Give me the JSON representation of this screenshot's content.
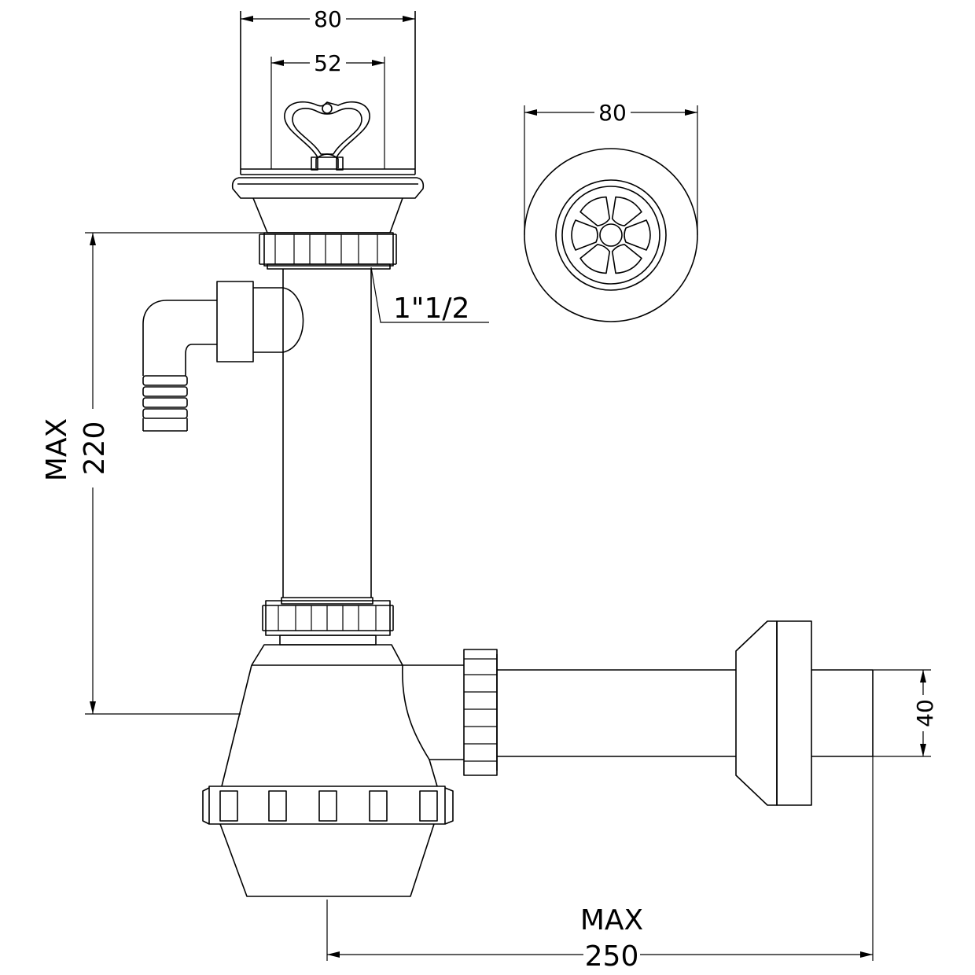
{
  "labels": {
    "strainer_width": "80",
    "handle_width": "52",
    "thread_size": "1\"1/2",
    "grate_diameter": "80",
    "height_prefix": "MAX",
    "height_value": "220",
    "outlet_diameter": "40",
    "length_prefix": "MAX",
    "length_value": "250"
  },
  "colors": {
    "line": "#000000",
    "background": "#ffffff"
  }
}
